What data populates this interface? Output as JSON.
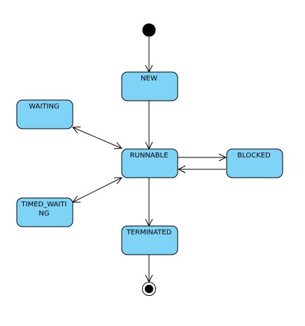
{
  "diagram": {
    "colors": {
      "state_fill": "#7fd3f6",
      "state_stroke": "#000000",
      "edge": "#000000",
      "pseudostate": "#000000",
      "background": "#ffffff"
    },
    "initial": {
      "kind": "initial-pseudostate"
    },
    "final": {
      "kind": "final-pseudostate"
    },
    "states": {
      "new": {
        "label": "NEW"
      },
      "waiting": {
        "label": "WAITING"
      },
      "runnable": {
        "label": "RUNNABLE"
      },
      "blocked": {
        "label": "BLOCKED"
      },
      "timed_waiting": {
        "label_line1": "TIMED_WAITI",
        "label_line2": "NG"
      },
      "terminated": {
        "label": "TERMINATED"
      }
    },
    "transitions": [
      {
        "from": "initial",
        "to": "new",
        "arrow": "end"
      },
      {
        "from": "new",
        "to": "runnable",
        "arrow": "end"
      },
      {
        "from": "waiting",
        "to": "runnable",
        "arrow": "both"
      },
      {
        "from": "timed_waiting",
        "to": "runnable",
        "arrow": "both"
      },
      {
        "from": "runnable",
        "to": "blocked",
        "arrow": "end"
      },
      {
        "from": "blocked",
        "to": "runnable",
        "arrow": "end"
      },
      {
        "from": "runnable",
        "to": "terminated",
        "arrow": "end"
      },
      {
        "from": "terminated",
        "to": "final",
        "arrow": "end"
      }
    ]
  }
}
